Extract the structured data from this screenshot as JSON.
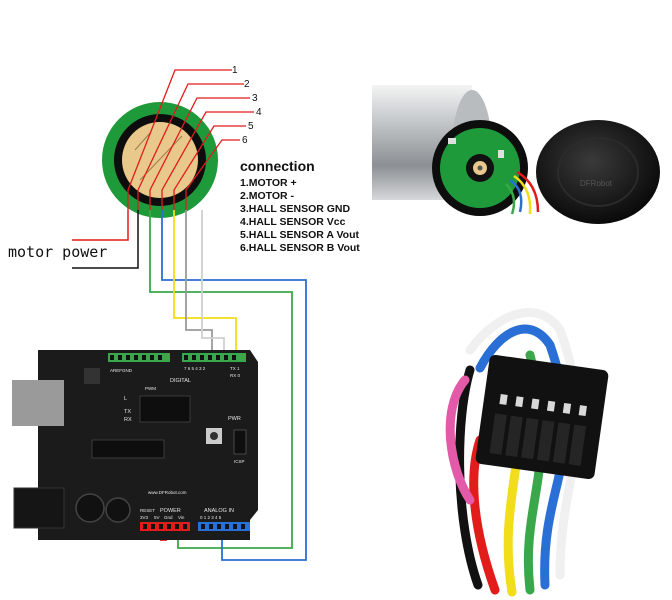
{
  "diagram": {
    "pin_numbers": [
      "1",
      "2",
      "3",
      "4",
      "5",
      "6"
    ],
    "connection": {
      "title": "connection",
      "items": [
        "1.MOTOR +",
        "2.MOTOR -",
        "3.HALL SENSOR GND",
        "4.HALL SENSOR Vcc",
        "5.HALL SENSOR A Vout",
        "6.HALL SENSOR B Vout"
      ]
    },
    "motor_power_label": "motor power",
    "board": {
      "brand": "www.DFRobot.com",
      "labels": {
        "aref": "AREF",
        "gnd": "GND",
        "digital": "DIGITAL",
        "pwm": "PWM",
        "l": "L",
        "tx": "TX",
        "rx": "RX",
        "pwr": "PWR",
        "icsp": "ICSP",
        "reset": "RESET",
        "power": "POWER",
        "v3": "3V3",
        "v5": "5V",
        "gnd2": "Gnd",
        "vin": "Vin",
        "analog_in": "ANALOG IN",
        "analog_nums": "0 1 2 3 4 5",
        "digital_nums": "7 6 5 4 3 2",
        "tx1": "TX 1",
        "rx0": "RX 0"
      }
    },
    "photo_watermark": "DFRobot",
    "colors": {
      "red": "#e21b1b",
      "green": "#3aa84a",
      "blue": "#2a6fd6",
      "yellow": "#f2dd1a",
      "gray": "#9a9a9a",
      "black": "#111111",
      "board": "#1b1b1b",
      "encoder_ring": "#1f9a3a",
      "magnet": "#e8c98b"
    }
  }
}
